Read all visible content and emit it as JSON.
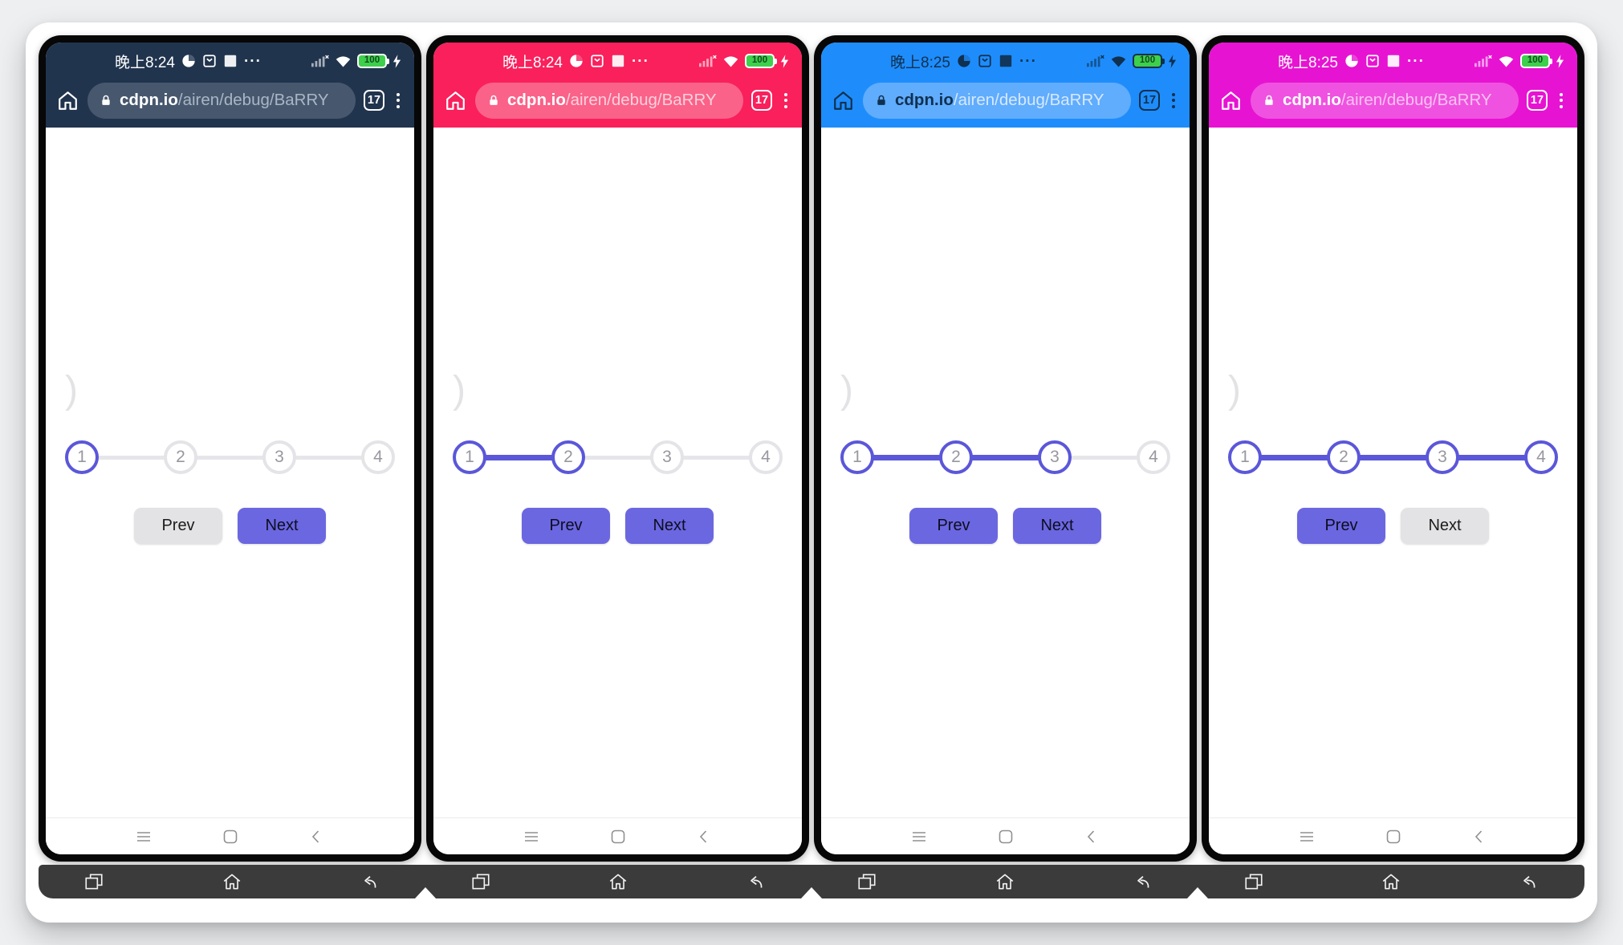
{
  "browser": {
    "url_domain": "cdpn.io",
    "url_path": "/airen/debug/BaRRY",
    "tab_count": "17",
    "status_ellipsis": "···"
  },
  "status": {
    "battery_level": "100"
  },
  "content": {
    "stray_char": ")",
    "steps": [
      "1",
      "2",
      "3",
      "4"
    ],
    "prev_label": "Prev",
    "next_label": "Next"
  },
  "colors": {
    "stepper_active_purple": "#5b57d9",
    "stepper_inactive_gray": "#e4e4e8",
    "button_purple": "#6b67e1",
    "button_disabled_gray": "#e3e3e5",
    "battery_green": "#3ecf4d",
    "device_bar_gray": "#3b3b3b"
  },
  "phones": [
    {
      "label": "dark-navy-theme",
      "time": "晚上8:24",
      "theme": "#21344e",
      "pill": "#47586e",
      "fg": "#ffffff",
      "muted": "#a9b6c6",
      "steps_active": 1,
      "prev_enabled": false,
      "next_enabled": true
    },
    {
      "label": "pink-theme",
      "time": "晚上8:24",
      "theme": "#f9205c",
      "pill": "#fa6289",
      "fg": "#ffffff",
      "muted": "#ffd0dc",
      "steps_active": 2,
      "prev_enabled": true,
      "next_enabled": true
    },
    {
      "label": "blue-theme",
      "time": "晚上8:25",
      "theme": "#1e8dfb",
      "pill": "#60acfd",
      "fg": "#10304f",
      "muted": "#d6e9ff",
      "steps_active": 3,
      "prev_enabled": true,
      "next_enabled": true
    },
    {
      "label": "magenta-theme",
      "time": "晚上8:25",
      "theme": "#e713d2",
      "pill": "#ef52e0",
      "fg": "#ffffff",
      "muted": "#f9c3f1",
      "steps_active": 4,
      "prev_enabled": true,
      "next_enabled": false
    }
  ]
}
